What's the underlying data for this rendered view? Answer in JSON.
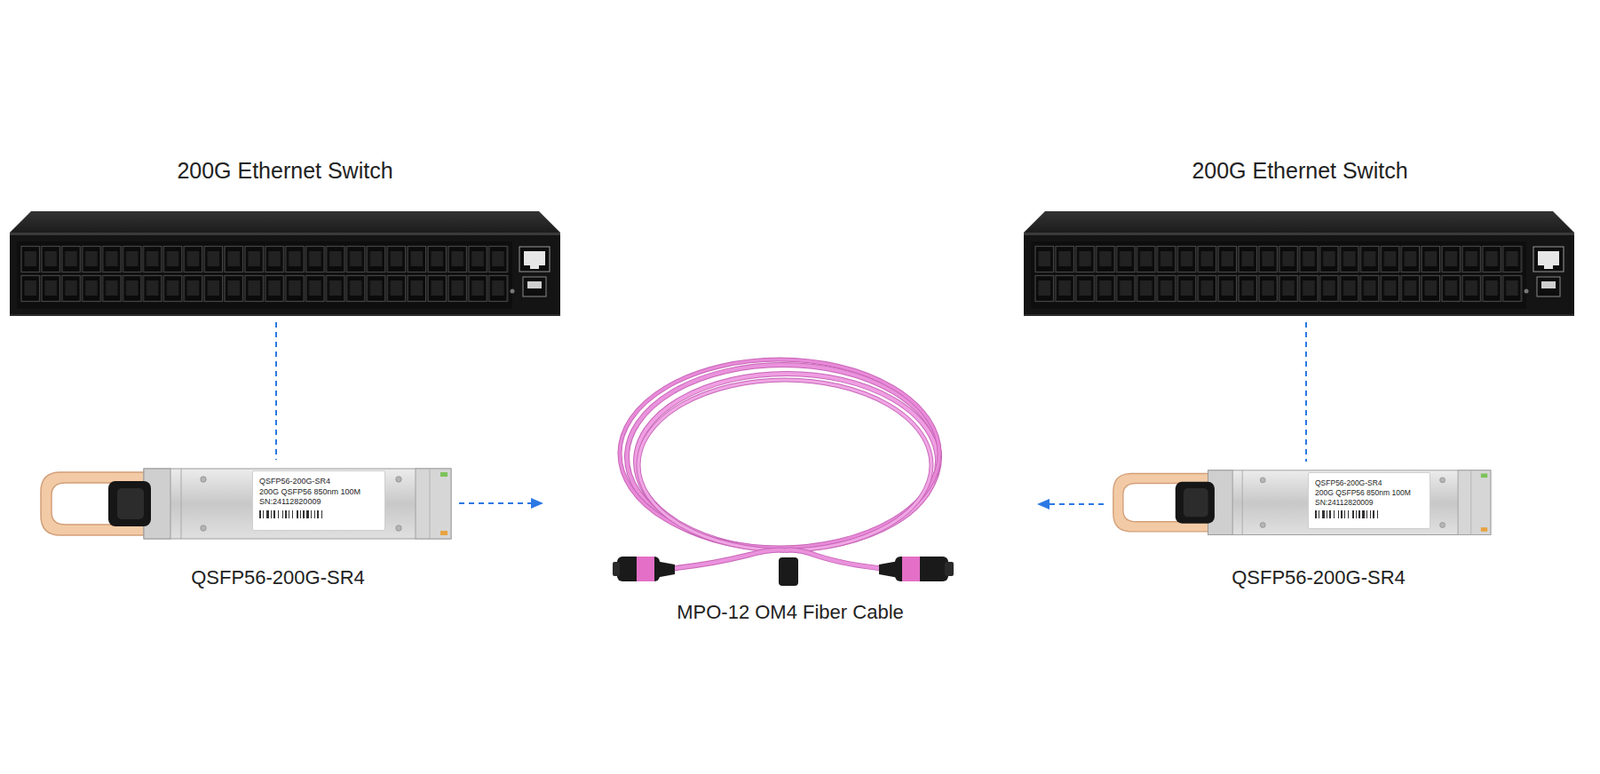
{
  "diagram": {
    "nodes": [
      {
        "text": [
          "200G Ethernet Switch"
        ]
      },
      {
        "text": [
          "200G Ethernet Switch"
        ]
      },
      {
        "text": [
          "QSFP56-200G-SR4"
        ]
      },
      {
        "text": [
          "QSFP56-200G-SR4",
          "200G QSFP56 850nm 100M",
          "SN:24112820009"
        ],
        "in": 2
      },
      {
        "text": [
          "MPO-12 OM4 Fiber Cable"
        ]
      },
      {
        "text": [
          "QSFP56-200G-SR4"
        ]
      },
      {
        "text": [
          "QSFP56-200G-SR4",
          "200G QSFP56 850nm 100M",
          "SN:24112820009"
        ],
        "in": 5
      }
    ],
    "edges": [
      {
        "from": 0,
        "to": 2,
        "arrow": "none"
      },
      {
        "from": 2,
        "to": 4,
        "arrow": "to"
      },
      {
        "from": 1,
        "to": 5,
        "arrow": "none"
      },
      {
        "from": 5,
        "to": 4,
        "arrow": "to"
      }
    ]
  }
}
